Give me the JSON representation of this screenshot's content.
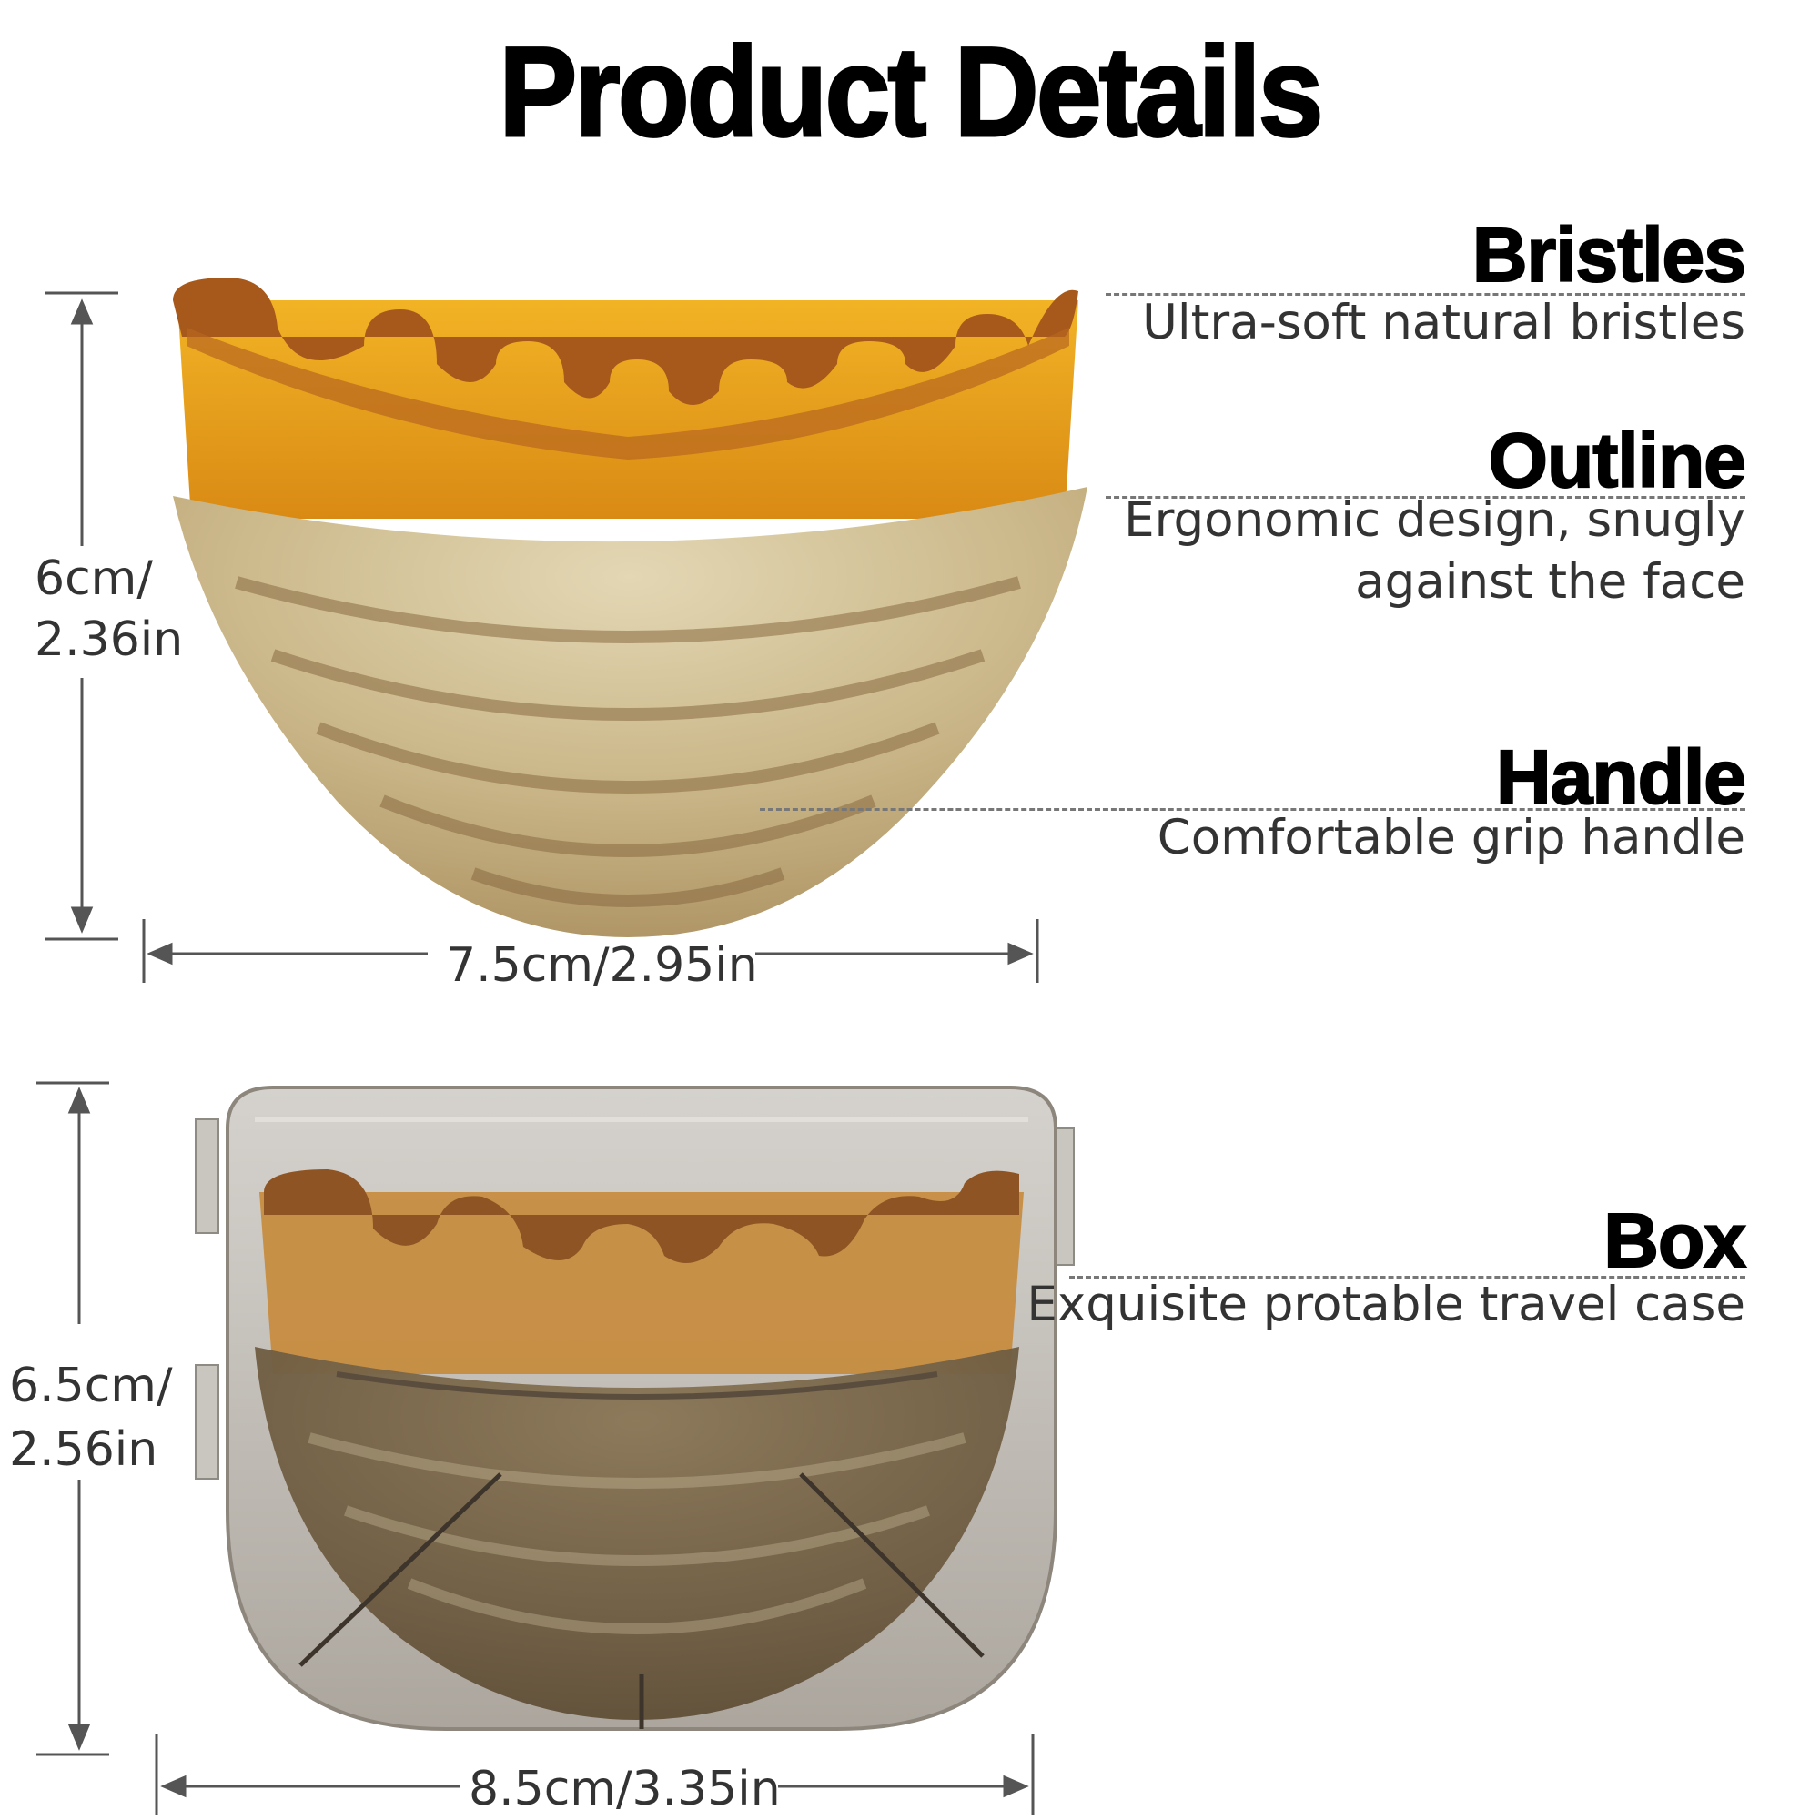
{
  "title": "Product Details",
  "features": [
    {
      "name": "Bristles",
      "desc": "Ultra-soft natural bristles"
    },
    {
      "name": "Outline",
      "desc_line1": "Ergonomic design, snugly",
      "desc_line2": "against the face"
    },
    {
      "name": "Handle",
      "desc": "Comfortable grip handle"
    },
    {
      "name": "Box",
      "desc": "Exquisite protable travel case"
    }
  ],
  "dimensions": {
    "brush_height_cm": "6cm/",
    "brush_height_in": "2.36in",
    "brush_width": "7.5cm/2.95in",
    "box_height_cm": "6.5cm/",
    "box_height_in": "2.56in",
    "box_width": "8.5cm/3.35in"
  },
  "colors": {
    "bristle_tip": "#a35a1e",
    "bristle_body": "#e09a1a",
    "handle_light": "#d8c9a0",
    "handle_dark": "#8b6a3e",
    "case": "#b9b3aa"
  }
}
